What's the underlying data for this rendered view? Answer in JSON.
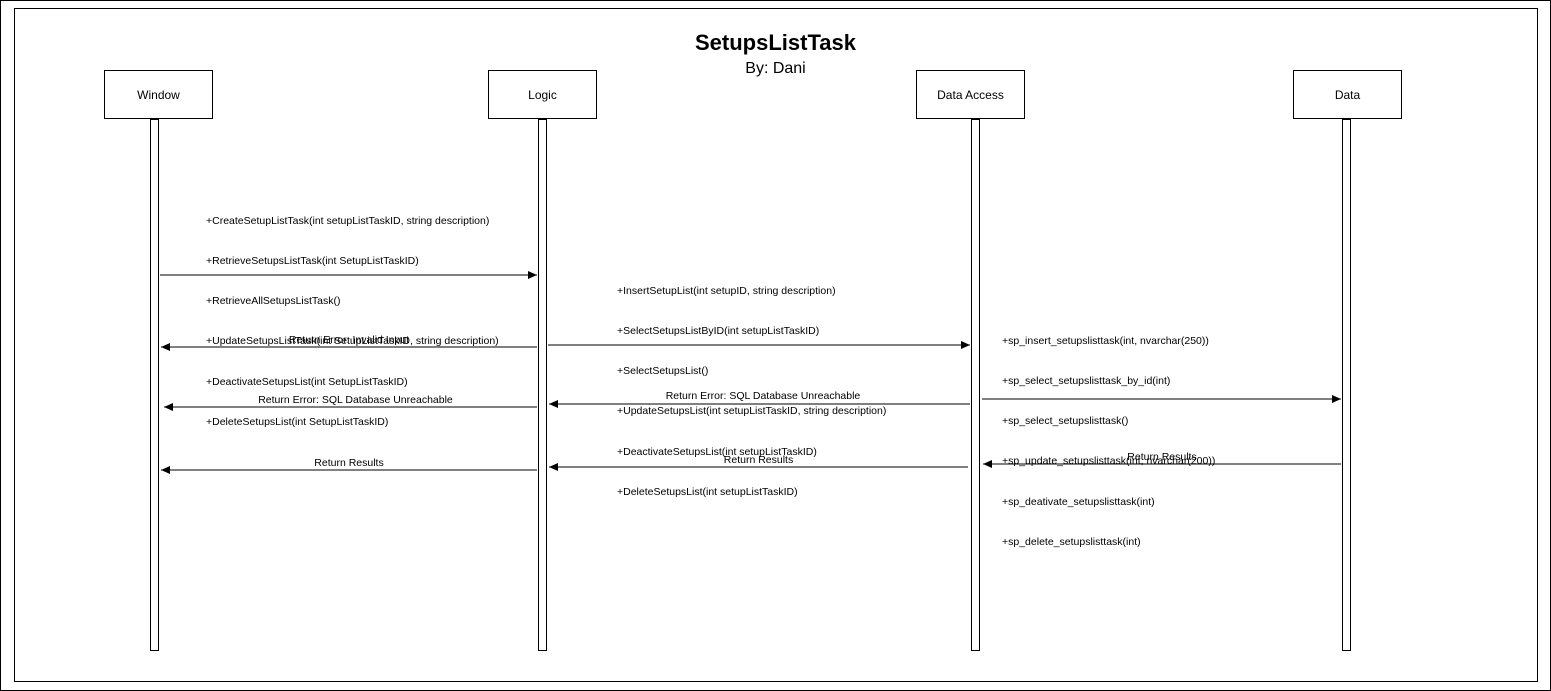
{
  "diagram": {
    "title": "SetupsListTask",
    "subtitle": "By: Dani",
    "actors": {
      "window": "Window",
      "logic": "Logic",
      "data_access": "Data Access",
      "data": "Data"
    },
    "messages": {
      "window_to_logic": [
        "+CreateSetupListTask(int setupListTaskID, string description)",
        "+RetrieveSetupsListTask(int SetupListTaskID)",
        "+RetrieveAllSetupsListTask()",
        "+UpdateSetupsListTask(int SetupListTaskID, string description)",
        "+DeactivateSetupsList(int SetupListTaskID)",
        "+DeleteSetupsList(int SetupListTaskID)"
      ],
      "logic_to_data_access": [
        "+InsertSetupList(int setupID, string description)",
        "+SelectSetupsListByID(int setupListTaskID)",
        "+SelectSetupsList()",
        "+UpdateSetupsList(int setupListTaskID, string description)",
        "+DeactivateSetupsList(int setupListTaskID)",
        "+DeleteSetupsList(int setupListTaskID)"
      ],
      "data_access_to_data": [
        "+sp_insert_setupslisttask(int, nvarchar(250))",
        "+sp_select_setupslisttask_by_id(int)",
        "+sp_select_setupslisttask()",
        "+sp_update_setupslisttask(int, nvarchar(200))",
        "+sp_deativate_setupslisttask(int)",
        "+sp_delete_setupslisttask(int)"
      ],
      "invalid_input": "Return Error: Invalid Input",
      "sql_unreachable_logic_to_window": "Return Error: SQL Database Unreachable",
      "sql_unreachable_da_to_logic": "Return Error: SQL Database Unreachable",
      "results_logic_to_window": "Return Results",
      "results_da_to_logic": "Return Results",
      "results_data_to_da": "Return Results"
    }
  }
}
